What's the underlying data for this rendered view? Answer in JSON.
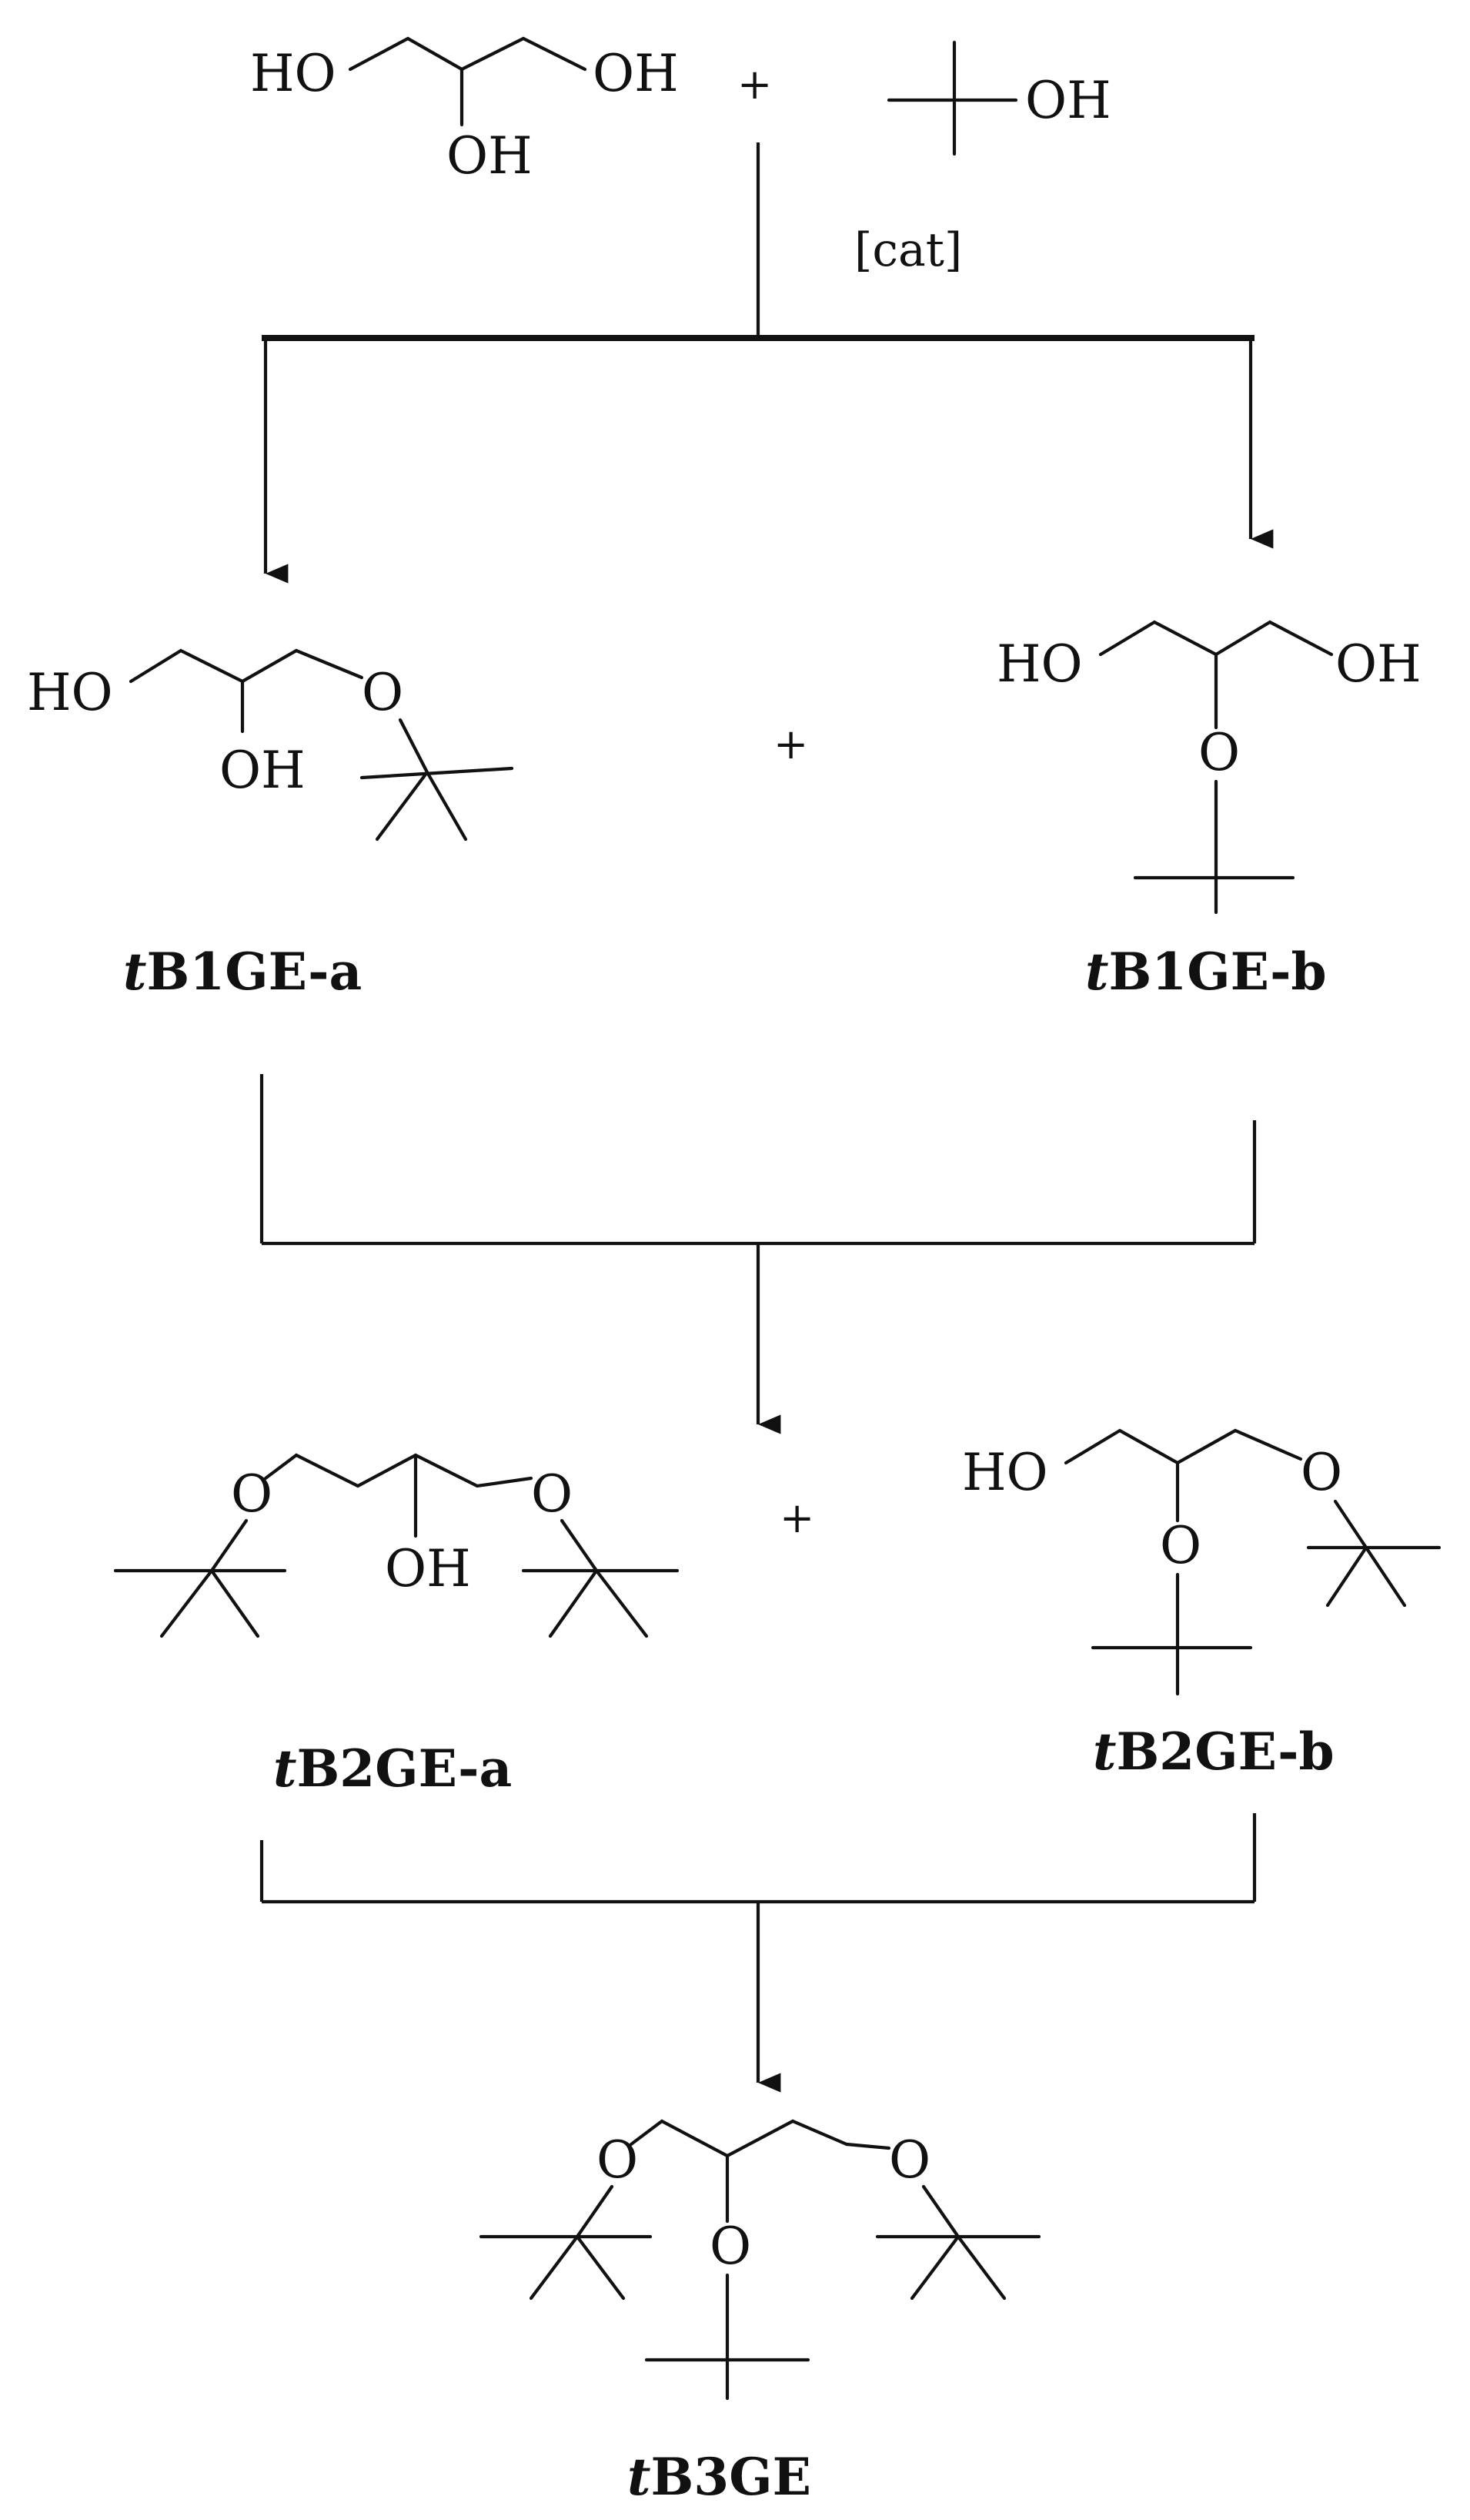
{
  "reagents": {
    "glycerol": {
      "oh_left": "HO",
      "oh_mid": "OH",
      "oh_right": "OH"
    },
    "plus_sign": "+",
    "tert_butanol": {
      "oh": "OH"
    },
    "catalyst": "[cat]"
  },
  "products": {
    "tB1GE_a": {
      "ho": "HO",
      "oh": "OH",
      "o": "O",
      "label_italic": "t",
      "label_rest": "B1GE-a"
    },
    "tB1GE_b": {
      "ho": "HO",
      "oh": "OH",
      "o": "O",
      "label_italic": "t",
      "label_rest": "B1GE-b"
    },
    "plus_1": "+",
    "tB2GE_a": {
      "o_left": "O",
      "oh": "OH",
      "o_right": "O",
      "label_italic": "t",
      "label_rest": "B2GE-a"
    },
    "tB2GE_b": {
      "ho": "HO",
      "o_mid": "O",
      "o_right": "O",
      "label_italic": "t",
      "label_rest": "B2GE-b"
    },
    "plus_2": "+",
    "tB3GE": {
      "o_left": "O",
      "o_mid": "O",
      "o_right": "O",
      "label_italic": "t",
      "label_rest": "B3GE"
    }
  }
}
